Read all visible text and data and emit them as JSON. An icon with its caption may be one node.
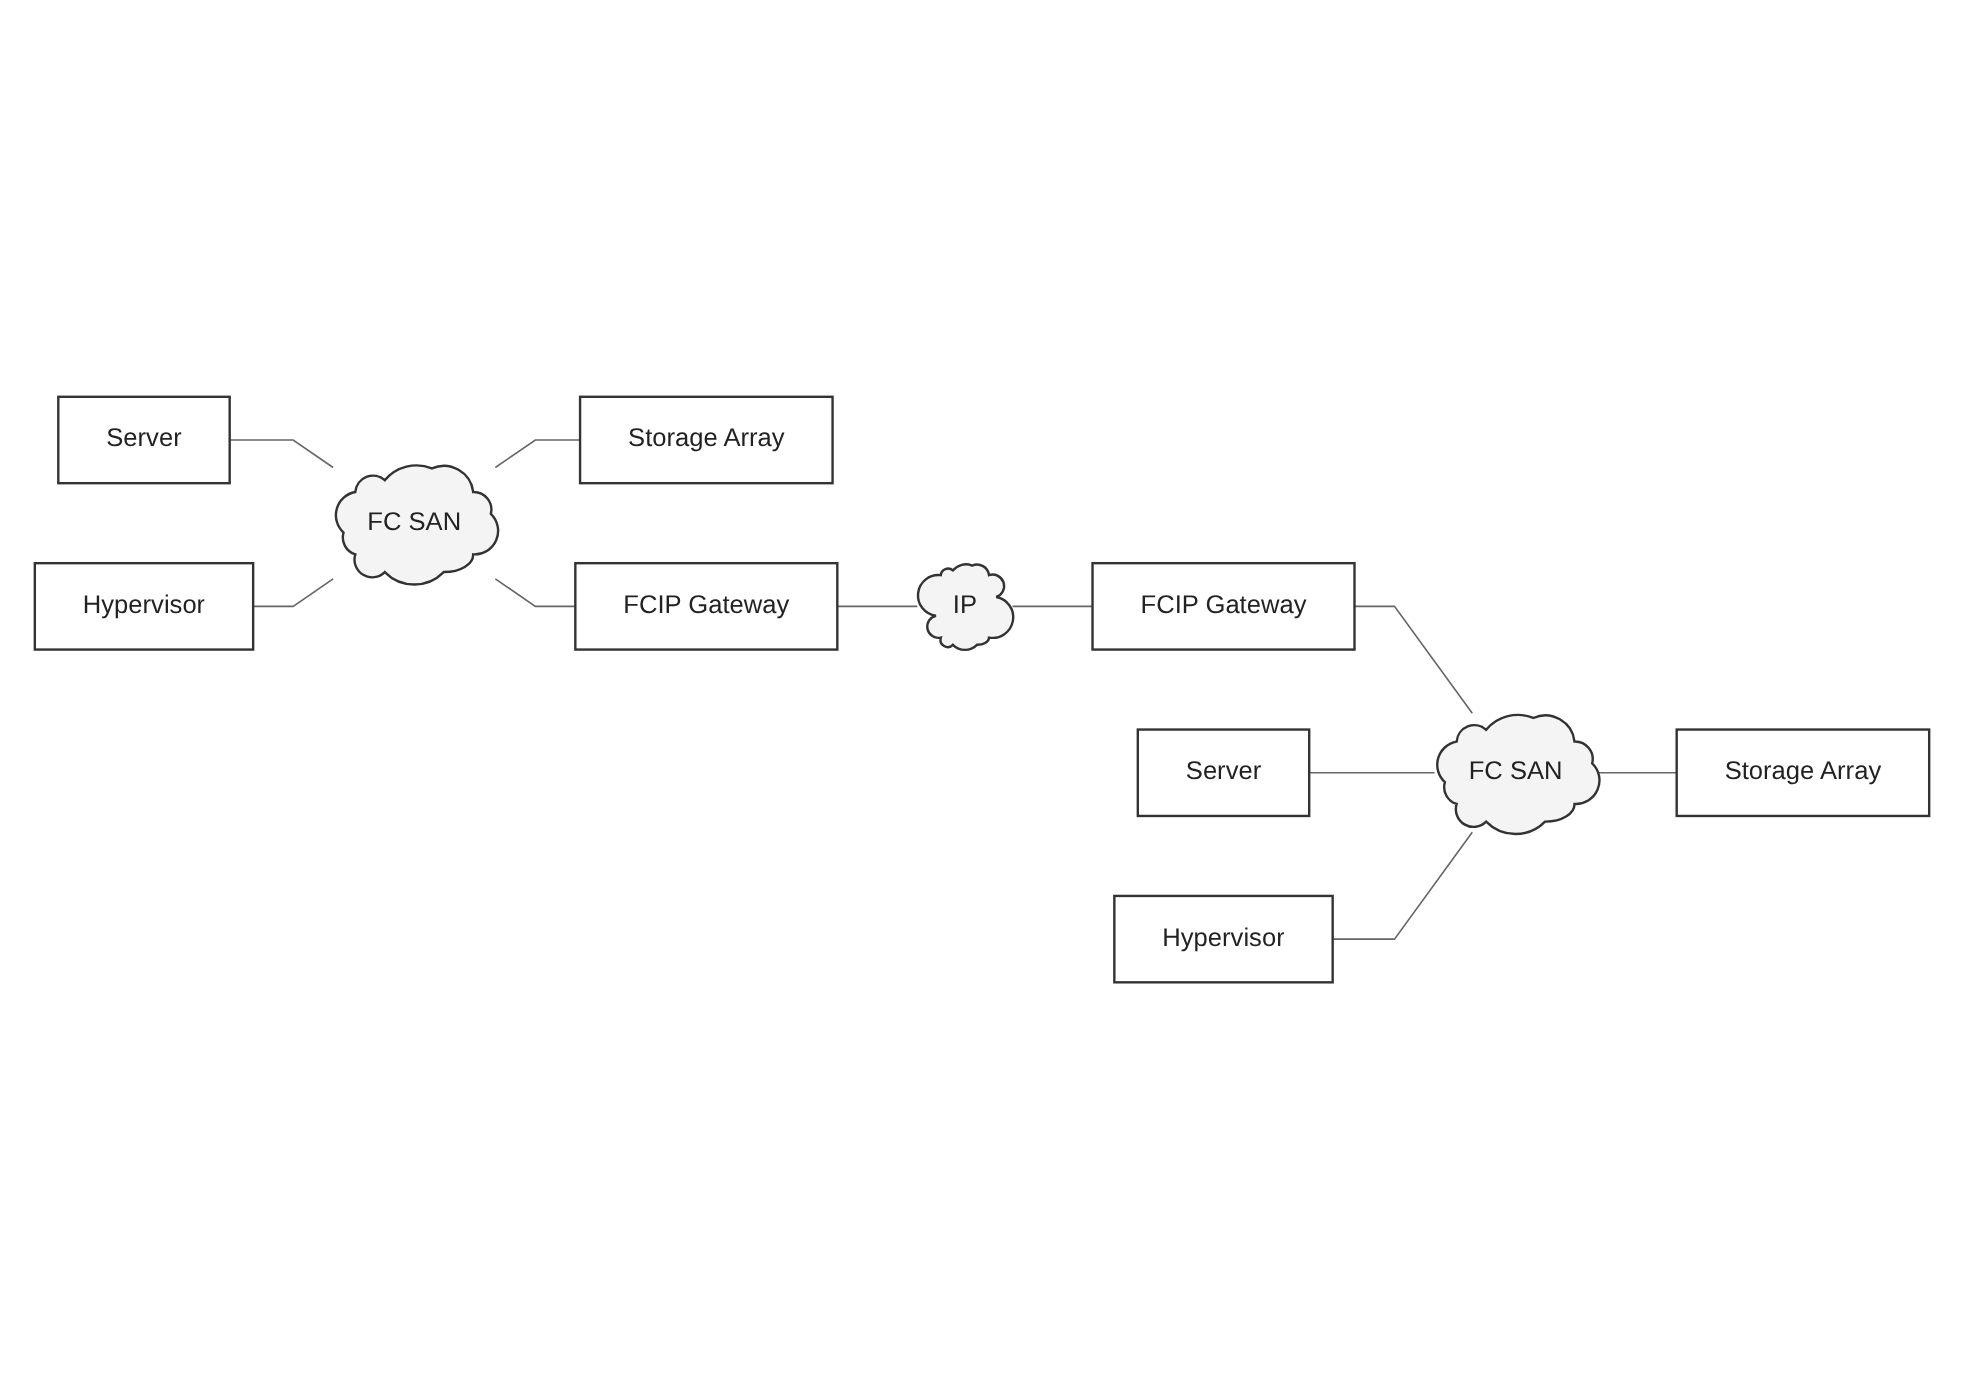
{
  "diagram": {
    "nodes": [
      {
        "text": [
          "Server"
        ]
      },
      {
        "text": [
          "Hypervisor"
        ]
      },
      {
        "text": [
          "FC SAN"
        ]
      },
      {
        "text": [
          "Storage Array"
        ]
      },
      {
        "text": [
          "FCIP Gateway"
        ]
      },
      {
        "text": [
          "IP"
        ]
      },
      {
        "text": [
          "FCIP Gateway"
        ]
      },
      {
        "text": [
          "Server"
        ]
      },
      {
        "text": [
          "Hypervisor"
        ]
      },
      {
        "text": [
          "FC SAN"
        ]
      },
      {
        "text": [
          "Storage Array"
        ]
      }
    ],
    "edges": [
      {
        "from": 0,
        "to": 2,
        "arrow": "none"
      },
      {
        "from": 1,
        "to": 2,
        "arrow": "none"
      },
      {
        "from": 2,
        "to": 3,
        "arrow": "none"
      },
      {
        "from": 2,
        "to": 4,
        "arrow": "none"
      },
      {
        "from": 4,
        "to": 5,
        "arrow": "none"
      },
      {
        "from": 5,
        "to": 6,
        "arrow": "none"
      },
      {
        "from": 6,
        "to": 9,
        "arrow": "none"
      },
      {
        "from": 7,
        "to": 9,
        "arrow": "none"
      },
      {
        "from": 8,
        "to": 9,
        "arrow": "none"
      },
      {
        "from": 9,
        "to": 10,
        "arrow": "none"
      }
    ]
  }
}
